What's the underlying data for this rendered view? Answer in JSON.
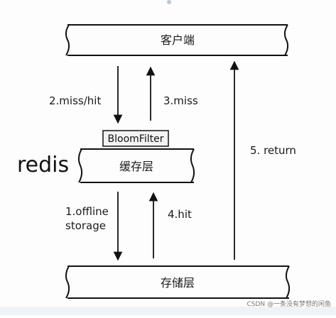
{
  "diagram": {
    "client_label": "客户端",
    "cache_label": "缓存层",
    "storage_label": "存储层",
    "redis_label": "redis",
    "bloomfilter_label": "BloomFilter",
    "arrow_miss_hit_label": "2.miss/hit",
    "arrow_miss_label": "3.miss",
    "arrow_return_label": "5. return",
    "arrow_offline_label_line1": "1.offline",
    "arrow_offline_label_line2": "storage",
    "arrow_hit_label": "4.hit"
  },
  "watermark": "CSDN @一条没有梦想的闲鱼"
}
